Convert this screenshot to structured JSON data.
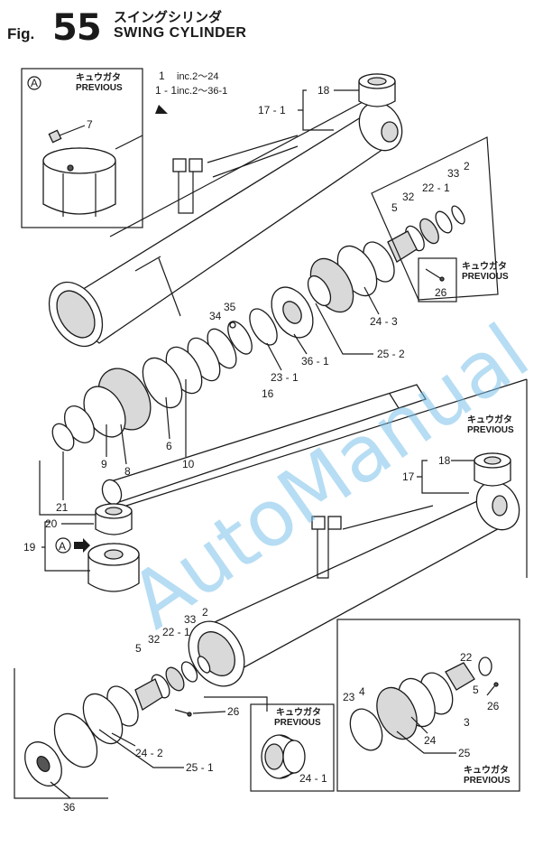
{
  "header": {
    "fig_prefix": "Fig.",
    "fig_number": "55",
    "title_jp": "スイングシリンダ",
    "title_en": "SWING CYLINDER"
  },
  "notes": {
    "previous_jp": "キュウガタ",
    "previous_en": "PREVIOUS",
    "inc_1": "inc.2～24",
    "inc_1_1": "inc.2～36-1"
  },
  "callouts": {
    "a_label": "A",
    "c1": "1",
    "c1_1": "1 - 1",
    "c7": "7",
    "c18_top": "18",
    "c17_1": "17 - 1",
    "c2_top": "2",
    "c33_top": "33",
    "c22_1_top": "22 - 1",
    "c32_top": "32",
    "c5_top": "5",
    "c26_top": "26",
    "c24_3": "24 - 3",
    "c25_2": "25 - 2",
    "c36_1": "36 - 1",
    "c23_1": "23 - 1",
    "c35": "35",
    "c34": "34",
    "c16": "16",
    "c6": "6",
    "c10": "10",
    "c9": "9",
    "c8": "8",
    "c21": "21",
    "c20": "20",
    "c19": "19",
    "c18_mid": "18",
    "c17": "17",
    "c2_low": "2",
    "c33_low": "33",
    "c22_1_low": "22 - 1",
    "c32_low": "32",
    "c5_low": "5",
    "c26_low": "26",
    "c24_2": "24 - 2",
    "c25_1": "25 - 1",
    "c36": "36",
    "c24_1": "24 - 1",
    "c22_box": "22",
    "c23_box": "23",
    "c4_box": "4",
    "c5_box": "5",
    "c26_box": "26",
    "c3_box": "3",
    "c24_box": "24",
    "c25_box": "25"
  },
  "watermark": "AutoManual"
}
